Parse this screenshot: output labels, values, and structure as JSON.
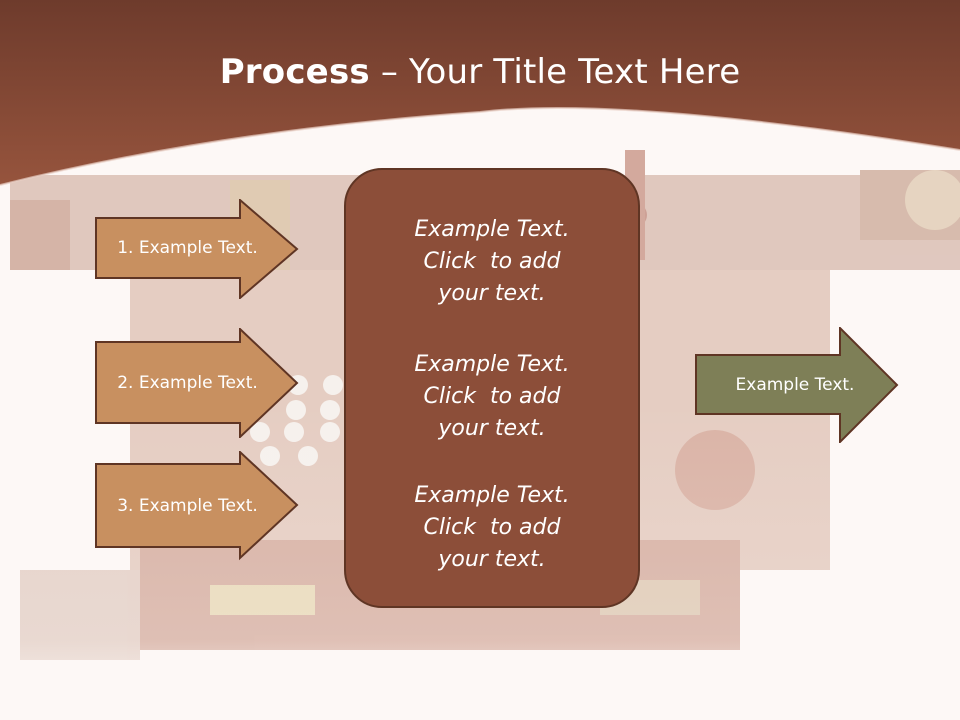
{
  "slide": {
    "title_bold": "Process",
    "title_rest": " – Your Title Text Here"
  },
  "colors": {
    "header_brown": "#7e4332",
    "arrow_orange": "#c89060",
    "arrow_green": "#7e7f57",
    "box_brown": "#8c4e39",
    "outline": "#5f3524"
  },
  "left_arrows": [
    {
      "label": "1. Example Text."
    },
    {
      "label": "2. Example Text."
    },
    {
      "label": "3. Example Text."
    }
  ],
  "center_box": {
    "blocks": [
      {
        "lines": [
          "Example Text.",
          "Click  to add",
          "your text."
        ]
      },
      {
        "lines": [
          "Example Text.",
          "Click  to add",
          "your text."
        ]
      },
      {
        "lines": [
          "Example Text.",
          "Click  to add",
          "your text."
        ]
      }
    ]
  },
  "right_arrow": {
    "label": "Example Text."
  }
}
